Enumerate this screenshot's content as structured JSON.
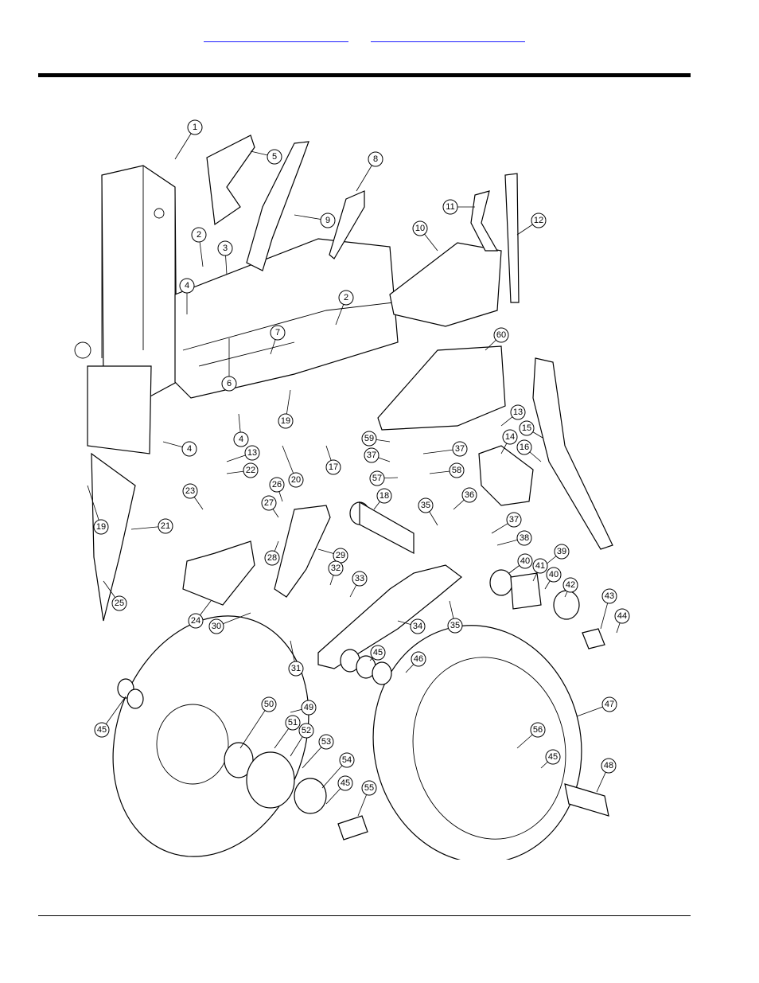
{
  "header": {
    "links": [
      "",
      ""
    ]
  },
  "diagram": {
    "callouts": [
      "1",
      "2",
      "3",
      "4",
      "5",
      "6",
      "7",
      "8",
      "9",
      "10",
      "11",
      "12",
      "13",
      "14",
      "15",
      "16",
      "17",
      "18",
      "19",
      "20",
      "21",
      "22",
      "23",
      "24",
      "25",
      "26",
      "27",
      "28",
      "29",
      "30",
      "31",
      "32",
      "33",
      "34",
      "35",
      "36",
      "37",
      "38",
      "39",
      "40",
      "41",
      "42",
      "43",
      "44",
      "45",
      "46",
      "47",
      "48",
      "49",
      "50",
      "51",
      "52",
      "53",
      "54",
      "55",
      "56",
      "57",
      "58",
      "59",
      "60"
    ]
  }
}
